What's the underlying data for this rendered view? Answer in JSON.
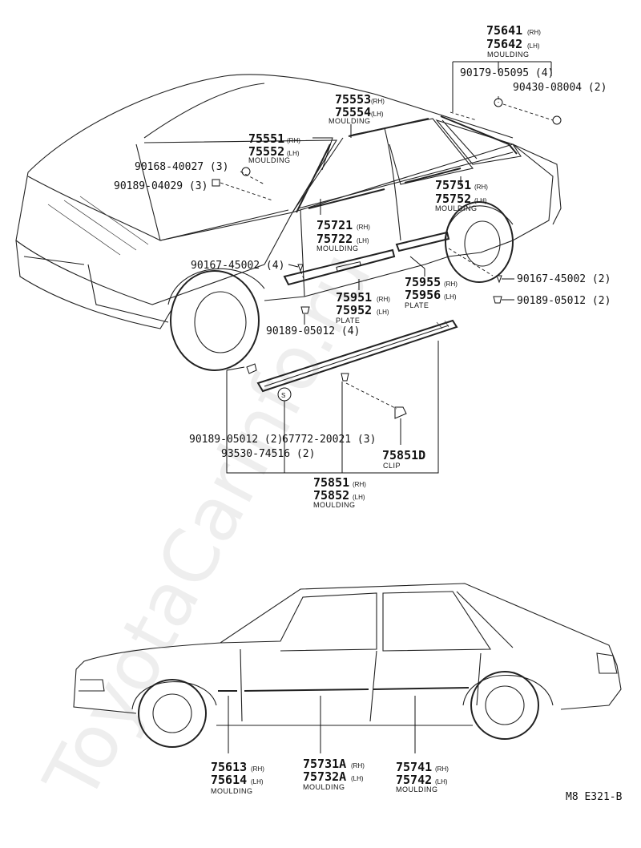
{
  "watermark": "ToyotaCarInfo.ru",
  "diagram_code": "M8 E321-B",
  "rh": "(RH)",
  "lh": "(LH)",
  "labels": {
    "p75641": "75641",
    "p75642": "75642",
    "moulding_roof": "MOULDING",
    "p90179": "90179-05095 (4)",
    "p90430": "90430-08004 (2)",
    "p75553": "75553",
    "p75554": "75554",
    "moulding_drip": "MOULDING",
    "p75551": "75551",
    "p75552": "75552",
    "moulding_pillar": "MOULDING",
    "p90168": "90168-40027 (3)",
    "p90189_04029": "90189-04029 (3)",
    "p75751": "75751",
    "p75752": "75752",
    "moulding_rear_belt": "MOULDING",
    "p75721": "75721",
    "p75722": "75722",
    "moulding_front_belt": "MOULDING",
    "p90167_a": "90167-45002 (4)",
    "p90167_b": "90167-45002 (2)",
    "p90189_b": "90189-05012 (2)",
    "p75955": "75955",
    "p75956": "75956",
    "plate_rear": "PLATE",
    "p75951": "75951",
    "p75952": "75952",
    "plate_front": "PLATE",
    "p90189_a": "90189-05012 (4)",
    "p90189_c": "90189-05012 (2)",
    "p67772": "67772-20021 (3)",
    "p93530": "93530-74516 (2)",
    "p75851d": "75851D",
    "clip": "CLIP",
    "p75851": "75851",
    "p75852": "75852",
    "moulding_side": "MOULDING",
    "p75613": "75613",
    "p75614": "75614",
    "moulding_fender": "MOULDING",
    "p75731a": "75731A",
    "p75732a": "75732A",
    "moulding_front_door": "MOULDING",
    "p75741": "75741",
    "p75742": "75742",
    "moulding_rear_door": "MOULDING",
    "s_mark": "S"
  }
}
